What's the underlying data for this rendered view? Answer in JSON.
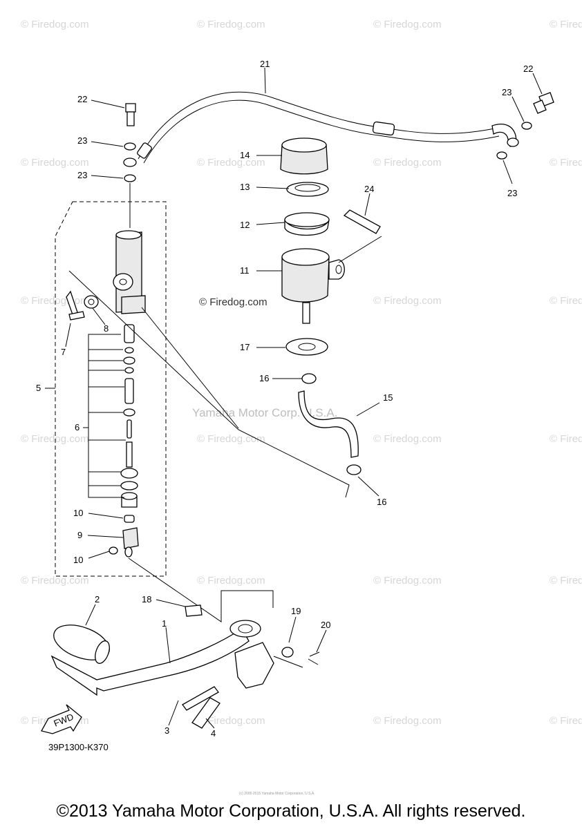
{
  "watermark_text": "© Firedog.com",
  "center_watermark": "© Firedog.com",
  "overlay_watermark": "Yamaha Motor Corp. U.S.A.",
  "diagram_code": "39P1300-K370",
  "fwd_label": "FWD",
  "copyright": "©2013 Yamaha Motor Corporation, U.S.A. All rights reserved.",
  "fine_print": "(c) 2005-2015 Yamaha Motor Corporation, U.S.A.",
  "callouts": {
    "c1": "1",
    "c2": "2",
    "c3": "3",
    "c4": "4",
    "c5": "5",
    "c6": "6",
    "c7": "7",
    "c8": "8",
    "c9": "9",
    "c10a": "10",
    "c10b": "10",
    "c11": "11",
    "c12": "12",
    "c13": "13",
    "c14": "14",
    "c15": "15",
    "c16a": "16",
    "c16b": "16",
    "c17": "17",
    "c18": "18",
    "c19": "19",
    "c20": "20",
    "c21": "21",
    "c22a": "22",
    "c22b": "22",
    "c23a": "23",
    "c23b": "23",
    "c23c": "23",
    "c23d": "23",
    "c24": "24"
  }
}
